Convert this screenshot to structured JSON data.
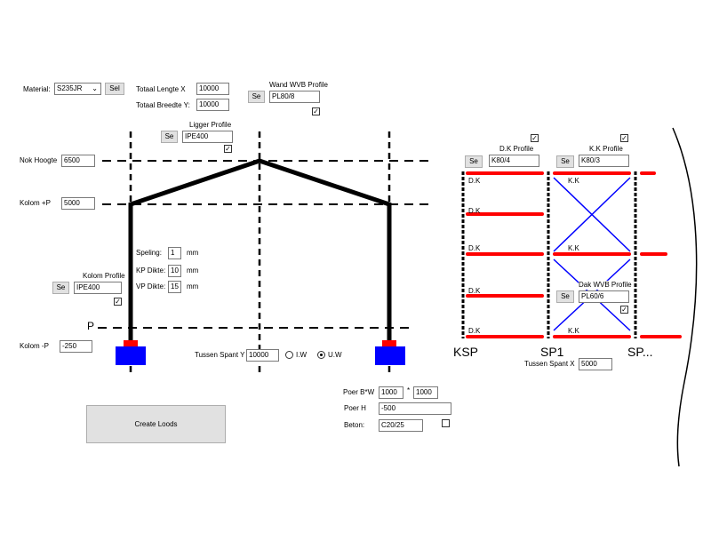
{
  "material": {
    "label": "Material:",
    "value": "S235JR",
    "button": "Sel"
  },
  "dimensions": {
    "lengte_label": "Totaal Lengte X",
    "lengte_value": "10000",
    "breedte_label": "Totaal Breedte Y:",
    "breedte_value": "10000"
  },
  "wand_wvb": {
    "label": "Wand WVB Profile",
    "button": "Se",
    "value": "PL80/8",
    "checked": true
  },
  "ligger": {
    "label": "Ligger Profile",
    "button": "Se",
    "value": "IPE400",
    "checked": true
  },
  "nok": {
    "label": "Nok Hoogte",
    "value": "6500"
  },
  "kolom_plus": {
    "label": "Kolom +P",
    "value": "5000"
  },
  "speling": {
    "label": "Speling:",
    "value": "1",
    "unit": "mm"
  },
  "kp_dikte": {
    "label": "KP Dikte:",
    "value": "10",
    "unit": "mm"
  },
  "vp_dikte": {
    "label": "VP Dikte:",
    "value": "15",
    "unit": "mm"
  },
  "kolom_profile": {
    "label": "Kolom Profile",
    "button": "Se",
    "value": "IPE400",
    "checked": true
  },
  "p_label": "P",
  "kolom_min": {
    "label": "Kolom -P",
    "value": "-250"
  },
  "tussen_y": {
    "label": "Tussen Spant Y",
    "value": "10000",
    "radio_iw": "I.W",
    "radio_uw": "U.W",
    "selected": "U.W"
  },
  "create_button": "Create Loods",
  "poer": {
    "bw_label": "Poer B*W",
    "b_value": "1000",
    "times": "*",
    "w_value": "1000",
    "h_label": "Poer H",
    "h_value": "-500",
    "beton_label": "Beton:",
    "beton_value": "C20/25",
    "beton_checked": false
  },
  "dk_profile": {
    "label": "D.K Profile",
    "button": "Se",
    "value": "K80/4",
    "checked": true
  },
  "kk_profile": {
    "label": "K.K Profile",
    "button": "Se",
    "value": "K80/3",
    "checked": true
  },
  "dak_wvb": {
    "label": "Dak WVB Profile",
    "button": "Se",
    "value": "PL60/6",
    "checked": true
  },
  "plan": {
    "dk": "D.K",
    "kk": "K.K",
    "ksp": "KSP",
    "sp1": "SP1",
    "sp": "SP..."
  },
  "tussen_x": {
    "label": "Tussen Spant X",
    "value": "5000"
  },
  "colors": {
    "frame": "#000000",
    "purlin": "#ff0000",
    "brace": "#0000ff",
    "foundation": "#0000ff",
    "plate": "#ff0000"
  }
}
